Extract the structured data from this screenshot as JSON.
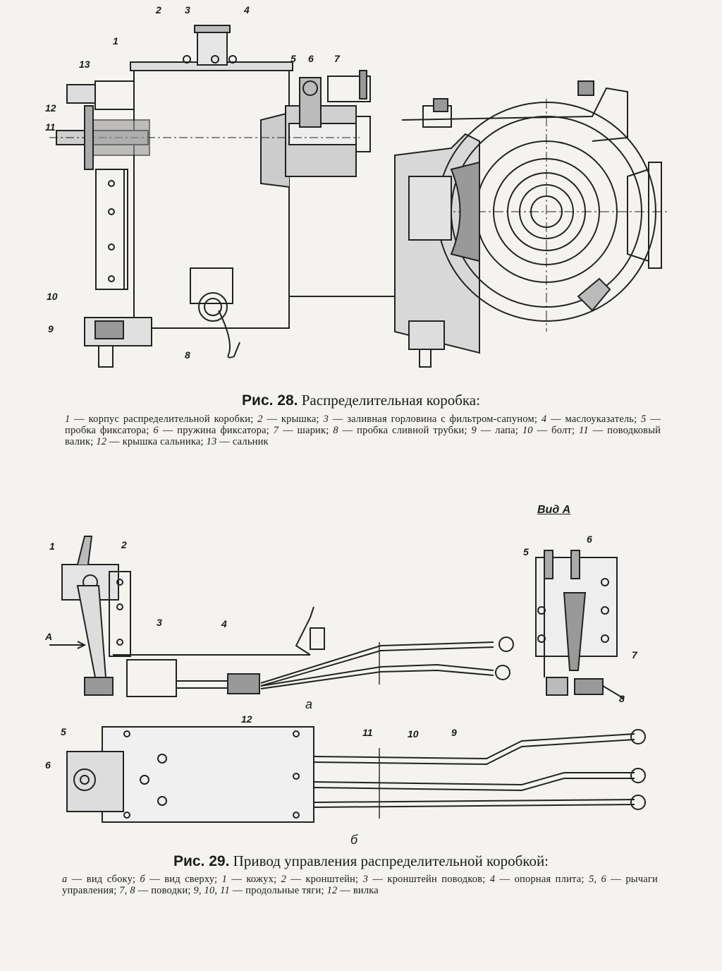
{
  "figure28": {
    "callouts": [
      "1",
      "2",
      "3",
      "4",
      "5",
      "6",
      "7",
      "8",
      "9",
      "10",
      "11",
      "12",
      "13"
    ],
    "caption_prefix": "Рис. 28.",
    "caption_title": "Распределительная коробка:",
    "legend": [
      {
        "n": "1",
        "t": "корпус распределительной коробки;"
      },
      {
        "n": "2",
        "t": "крышка;"
      },
      {
        "n": "3",
        "t": "заливная горловина с фильтром-сапуном;"
      },
      {
        "n": "4",
        "t": "маслоуказатель;"
      },
      {
        "n": "5",
        "t": "пробка фиксатора;"
      },
      {
        "n": "6",
        "t": "пружина фиксатора;"
      },
      {
        "n": "7",
        "t": "шарик;"
      },
      {
        "n": "8",
        "t": "пробка сливной трубки;"
      },
      {
        "n": "9",
        "t": "лапа;"
      },
      {
        "n": "10",
        "t": "болт;"
      },
      {
        "n": "11",
        "t": "поводковый валик;"
      },
      {
        "n": "12",
        "t": "крышка сальника;"
      },
      {
        "n": "13",
        "t": "сальник"
      }
    ]
  },
  "figure29": {
    "view_a_label": "Вид А",
    "arrow_label": "А",
    "sub_a": "а",
    "sub_b": "б",
    "callouts_a": [
      "1",
      "2",
      "3",
      "4",
      "12"
    ],
    "callouts_view": [
      "5",
      "6",
      "7",
      "8"
    ],
    "callouts_b": [
      "5",
      "6",
      "11",
      "10",
      "9"
    ],
    "caption_prefix": "Рис. 29.",
    "caption_title": "Привод управления распределительной коробкой:",
    "legend": [
      {
        "n": "а",
        "t": "вид сбоку;"
      },
      {
        "n": "б",
        "t": "вид сверху;"
      },
      {
        "n": "1",
        "t": "кожух;"
      },
      {
        "n": "2",
        "t": "кронштейн;"
      },
      {
        "n": "3",
        "t": "кронштейн поводков;"
      },
      {
        "n": "4",
        "t": "опорная плита;"
      },
      {
        "n": "5, 6",
        "t": "рычаги управления;"
      },
      {
        "n": "7, 8",
        "t": "поводки;"
      },
      {
        "n": "9, 10, 11",
        "t": "продольные тяги;"
      },
      {
        "n": "12",
        "t": "вилка"
      }
    ]
  }
}
